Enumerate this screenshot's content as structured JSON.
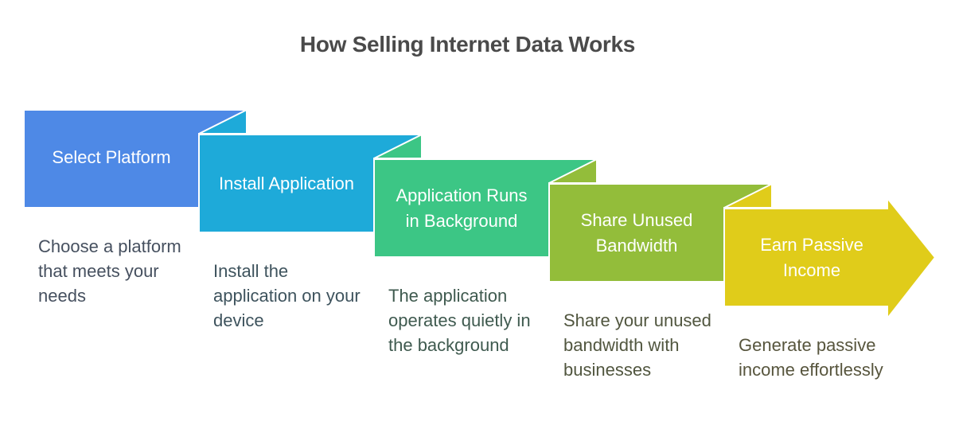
{
  "title": "How Selling Internet Data Works",
  "steps": [
    {
      "label": "Select Platform",
      "description": "Choose a platform that meets your needs",
      "color": "#4e89e6",
      "text_color": "#46505f"
    },
    {
      "label": "Install Application",
      "description": "Install the application on your device",
      "color": "#1eaad9",
      "text_color": "#3e535d"
    },
    {
      "label": "Application Runs in Background",
      "description": "The application operates quietly in the background",
      "color": "#3cc685",
      "text_color": "#3f5a4f"
    },
    {
      "label": "Share Unused Bandwidth",
      "description": "Share your unused bandwidth with businesses",
      "color": "#93bd3a",
      "text_color": "#51563f"
    },
    {
      "label": "Earn Passive Income",
      "description": "Generate passive income effortlessly",
      "color": "#e0cc1a",
      "text_color": "#57553d"
    }
  ]
}
